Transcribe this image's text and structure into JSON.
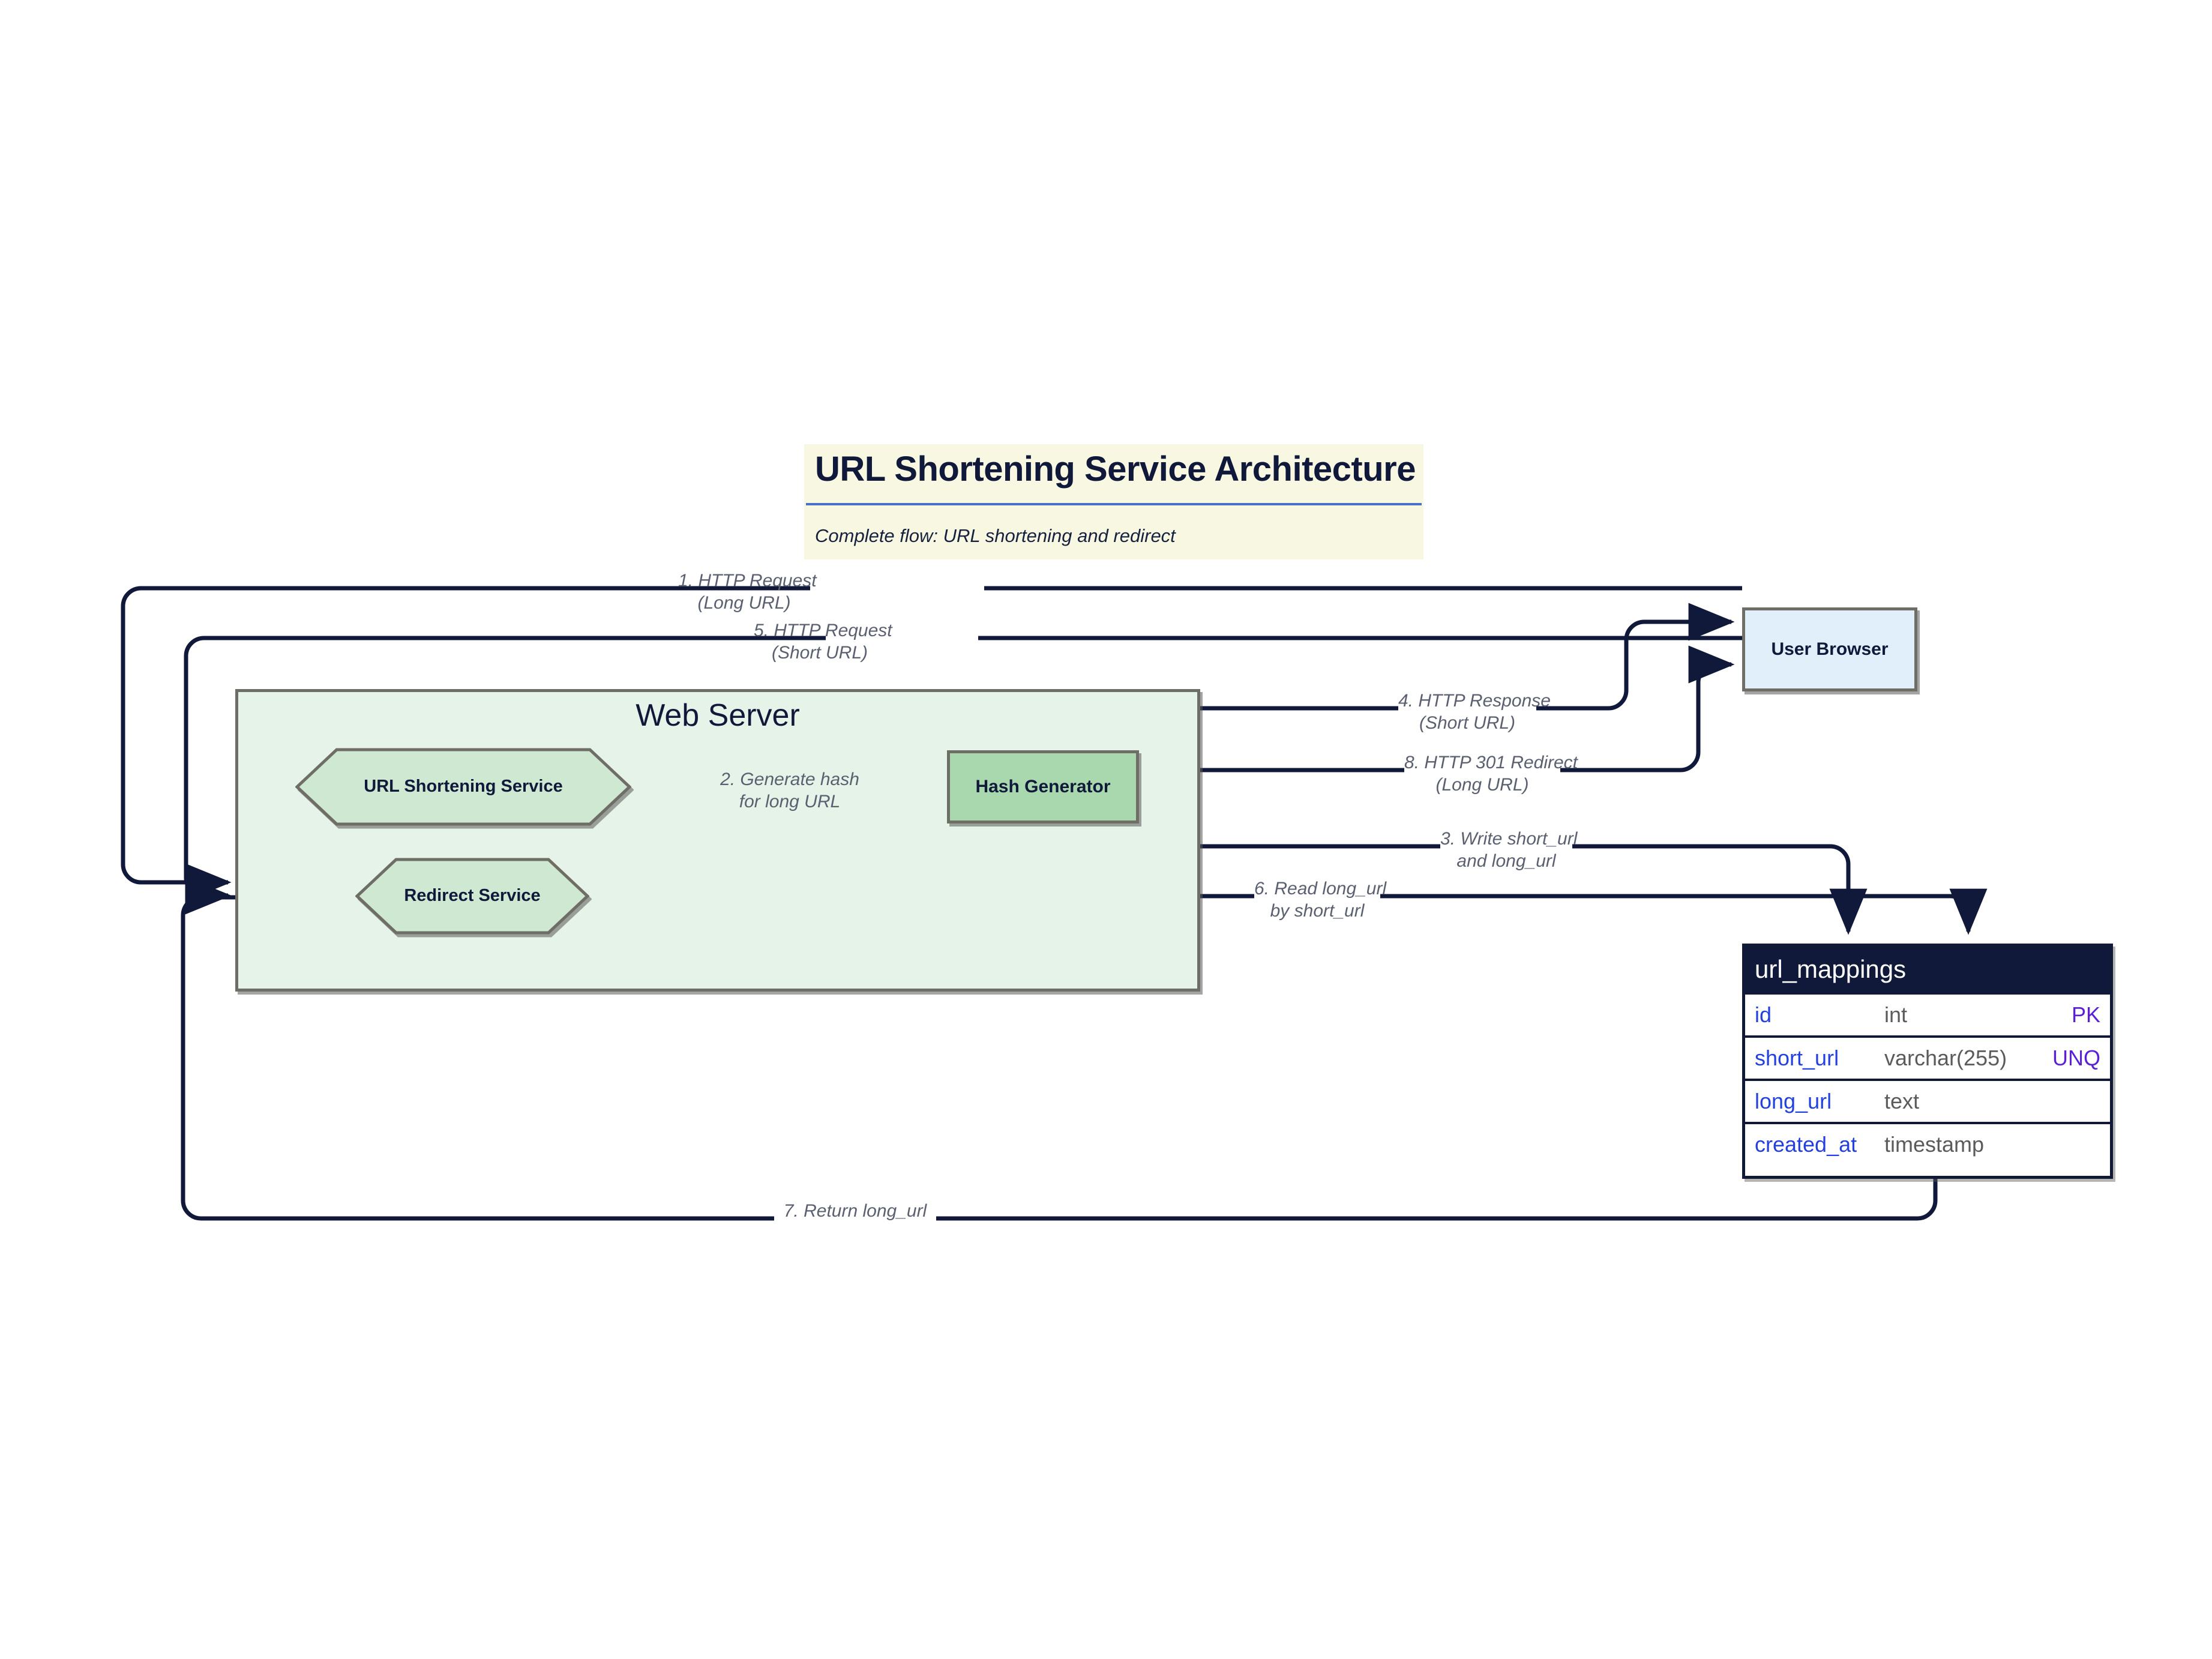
{
  "title": {
    "heading": "URL Shortening Service Architecture",
    "subtitle": "Complete flow: URL shortening and redirect",
    "bg_color": "#f8f8e2",
    "rule_color": "#4a72c4"
  },
  "cluster": {
    "label": "Web Server",
    "fill": "#e6f3e8",
    "stroke": "#6e6e66"
  },
  "nodes": {
    "url_shortening_service": {
      "label": "URL Shortening Service",
      "shape": "hexagon",
      "fill": "#cfe8d2"
    },
    "redirect_service": {
      "label": "Redirect Service",
      "shape": "hexagon",
      "fill": "#cfe8d2"
    },
    "hash_generator": {
      "label": "Hash Generator",
      "shape": "rect",
      "fill": "#a9d8ae"
    },
    "user_browser": {
      "label": "User Browser",
      "shape": "rect",
      "fill": "#e1effb"
    }
  },
  "database": {
    "name": "url_mappings",
    "header_bg": "#10193a",
    "name_color": "#2440dd",
    "type_color": "#5b5b5b",
    "key_color": "#5b1fd8",
    "columns": [
      {
        "name": "id",
        "type": "int",
        "key": "PK"
      },
      {
        "name": "short_url",
        "type": "varchar(255)",
        "key": "UNQ"
      },
      {
        "name": "long_url",
        "type": "text",
        "key": ""
      },
      {
        "name": "created_at",
        "type": "timestamp",
        "key": ""
      }
    ]
  },
  "edges": [
    {
      "id": 1,
      "label": "1. HTTP Request\n(Long URL)",
      "from": "user_browser",
      "to": "url_shortening_service"
    },
    {
      "id": 2,
      "label": "2. Generate hash\nfor long URL",
      "from": "url_shortening_service",
      "to": "hash_generator"
    },
    {
      "id": 3,
      "label": "3. Write short_url\nand long_url",
      "from": "hash_generator",
      "to": "url_mappings"
    },
    {
      "id": 4,
      "label": "4. HTTP Response\n(Short URL)",
      "from": "url_shortening_service",
      "to": "user_browser"
    },
    {
      "id": 5,
      "label": "5. HTTP Request\n(Short URL)",
      "from": "user_browser",
      "to": "redirect_service"
    },
    {
      "id": 6,
      "label": "6. Read long_url\nby short_url",
      "from": "redirect_service",
      "to": "url_mappings"
    },
    {
      "id": 7,
      "label": "7. Return long_url",
      "from": "url_mappings",
      "to": "redirect_service"
    },
    {
      "id": 8,
      "label": "8. HTTP 301 Redirect\n(Long URL)",
      "from": "redirect_service",
      "to": "user_browser"
    }
  ],
  "edge_style": {
    "stroke": "#10193a",
    "label_color": "#5a6070"
  }
}
